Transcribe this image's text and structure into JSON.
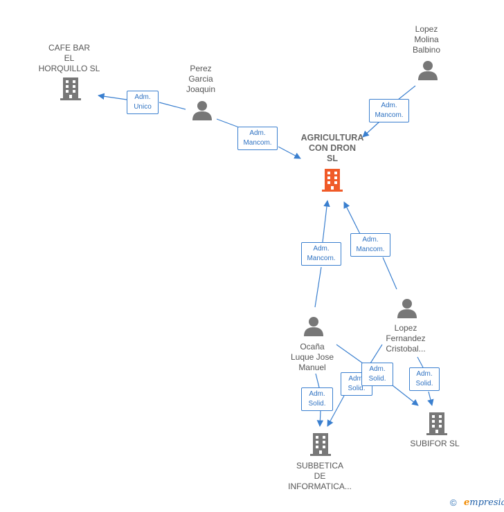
{
  "nodes": {
    "cafe_bar": [
      "CAFE BAR",
      "EL",
      "HORQUILLO SL"
    ],
    "perez": [
      "Perez",
      "Garcia",
      "Joaquin"
    ],
    "lopez_molina": [
      "Lopez",
      "Molina",
      "Balbino"
    ],
    "agricultura": [
      "AGRICULTURA",
      "CON DRON",
      "SL"
    ],
    "ocana": [
      "Ocaña",
      "Luque Jose",
      "Manuel"
    ],
    "lopez_fernandez": [
      "Lopez",
      "Fernandez",
      "Cristobal..."
    ],
    "subbetica": [
      "SUBBETICA",
      "DE",
      "INFORMATICA..."
    ],
    "subifor": [
      "SUBIFOR  SL"
    ]
  },
  "relations": {
    "adm_unico": [
      "Adm.",
      "Unico"
    ],
    "adm_mancom": [
      "Adm.",
      "Mancom."
    ],
    "adm_solid": [
      "Adm.",
      "Solid."
    ]
  },
  "colors": {
    "edge": "#3a7fcf",
    "icon": "#777777",
    "main_company": "#f05a28"
  },
  "footer": {
    "copyright": "©",
    "brand_initial": "e",
    "brand_rest": "mpresia"
  }
}
